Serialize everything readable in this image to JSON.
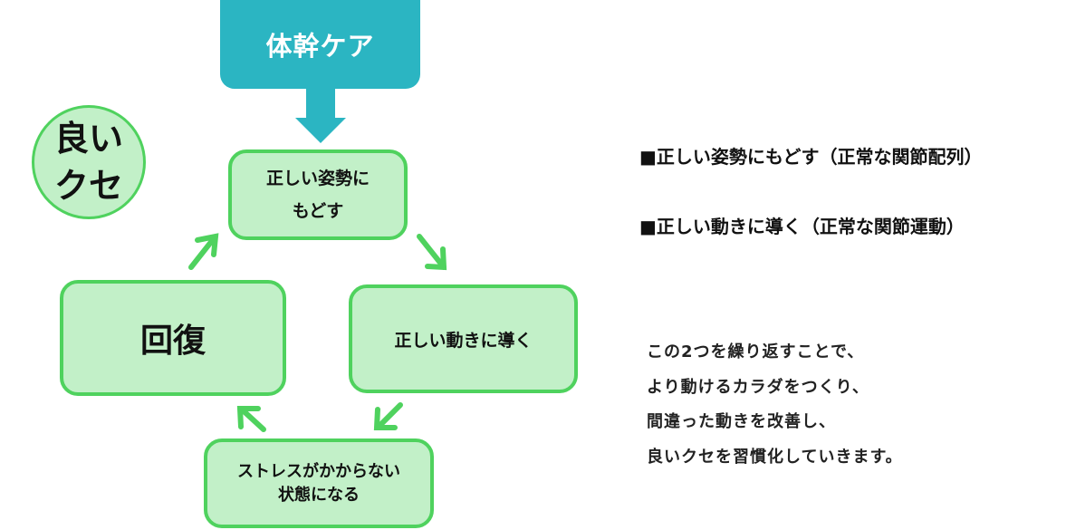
{
  "diagram": {
    "top_box": {
      "label": "体幹ケア",
      "color": "#2bb5c2"
    },
    "badge": {
      "line1": "良い",
      "line2": "クセ"
    },
    "cycle": [
      {
        "id": "posture",
        "lines": [
          "正しい姿勢に",
          "もどす"
        ]
      },
      {
        "id": "movement",
        "lines": [
          "正しい動きに導く"
        ]
      },
      {
        "id": "stress-free",
        "lines": [
          "ストレスがかからない",
          "状態になる"
        ]
      },
      {
        "id": "recovery",
        "lines": [
          "回復"
        ]
      }
    ],
    "colors": {
      "box_fill": "#c2f0c8",
      "box_border": "#4fd25e",
      "arrow": "#4fd25e"
    }
  },
  "explanation": {
    "bullets": [
      "■正しい姿勢にもどす（正常な関節配列）",
      "■正しい動きに導く（正常な関節運動）"
    ],
    "paragraph": [
      "この2つを繰り返すことで、",
      "より動けるカラダをつくり、",
      "間違った動きを改善し、",
      "良いクセを習慣化していきます。"
    ]
  }
}
